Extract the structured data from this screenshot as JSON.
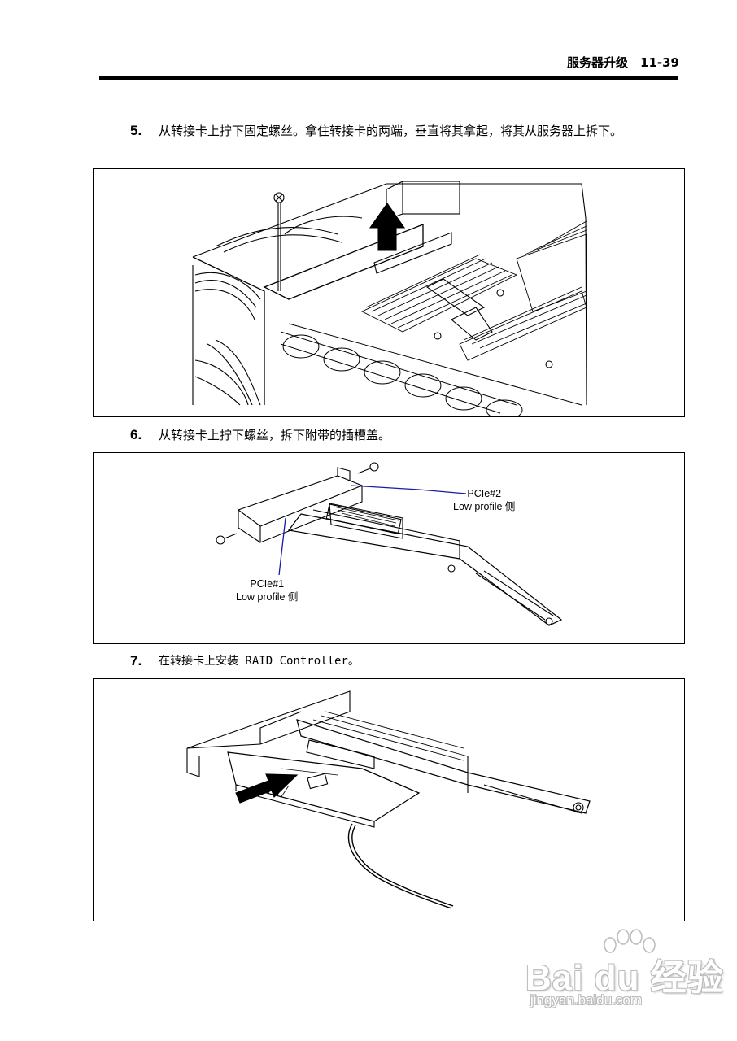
{
  "header": {
    "title": "服务器升级　11-39"
  },
  "steps": [
    {
      "number": "5.",
      "text": "从转接卡上拧下固定螺丝。拿住转接卡的两端，垂直将其拿起，将其从服务器上拆下。"
    },
    {
      "number": "6.",
      "text": "从转接卡上拧下螺丝，拆下附带的插槽盖。"
    },
    {
      "number": "7.",
      "text": "在转接卡上安装 RAID Controller。"
    }
  ],
  "figures": {
    "fig2": {
      "callout_pcie2": {
        "line1": "PCIe#2",
        "line2": "Low profile 侧"
      },
      "callout_pcie1": {
        "line1": "PCIe#1",
        "line2": "Low profile 侧"
      },
      "leader_color": "#1a1aa6"
    }
  },
  "watermark": {
    "brand": "Bai du 经验",
    "url": "jingyan.baidu.com"
  }
}
